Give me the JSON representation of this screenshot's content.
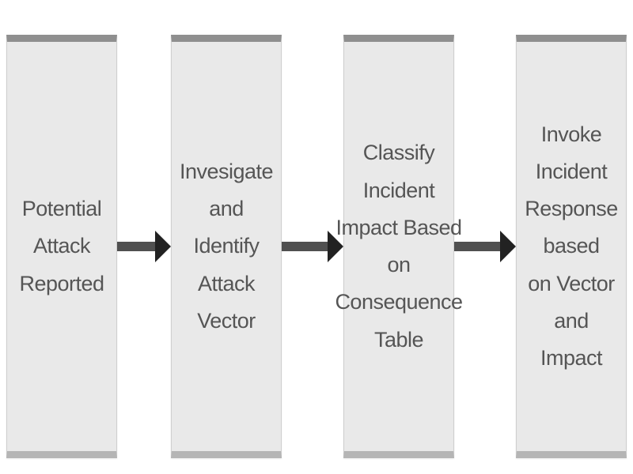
{
  "diagram": {
    "type": "flowchart",
    "direction": "left-to-right",
    "colors": {
      "box_fill": "#e9e9e9",
      "box_top_bar": "#8f8f8f",
      "text": "#555555",
      "arrow": "#333333"
    },
    "steps": [
      {
        "label": "Potential Attack\nReported"
      },
      {
        "label": "Invesigate and\nIdentify Attack\nVector"
      },
      {
        "label": "Classify Incident\nImpact Based on\nConsequence\nTable"
      },
      {
        "label": "Invoke Incident\nResponse based\non Vector and\nImpact"
      }
    ],
    "arrows": [
      {
        "from": 0,
        "to": 1
      },
      {
        "from": 1,
        "to": 2
      },
      {
        "from": 2,
        "to": 3
      }
    ]
  }
}
